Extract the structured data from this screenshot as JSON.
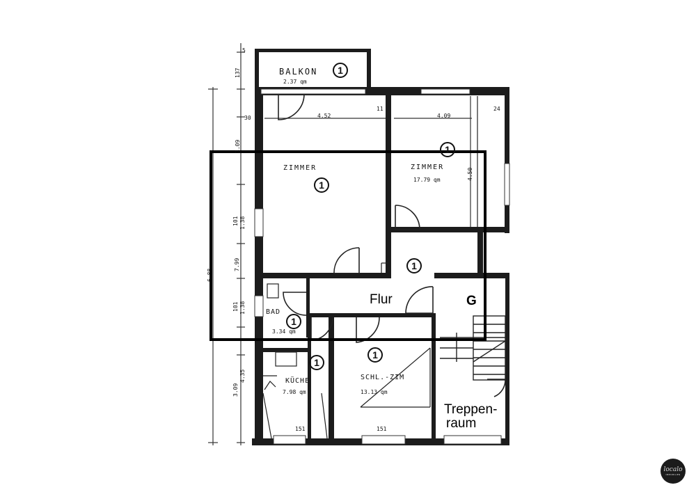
{
  "rooms": {
    "balkon": {
      "name": "BALKON",
      "area": "2.37 qm",
      "marker": "1"
    },
    "zimmer_left": {
      "name": "ZIMMER",
      "marker": "1"
    },
    "zimmer_right": {
      "name": "ZIMMER",
      "area": "17.79 qm",
      "marker": "1"
    },
    "flur": {
      "name": "Flur",
      "marker": "1"
    },
    "g": {
      "name": "G"
    },
    "bad": {
      "name": "BAD",
      "area": "3.34 qm",
      "marker": "1"
    },
    "kueche": {
      "name": "KÜCHE",
      "area": "7.98 qm",
      "marker": "1"
    },
    "schlafzimmer": {
      "name": "SCHL.-ZIM",
      "area": "13.13 qm",
      "marker": "1"
    },
    "treppenraum": {
      "line1": "Treppen-",
      "line2": "raum"
    }
  },
  "dimensions": {
    "width_left": "4.52",
    "width_right": "4.09",
    "height_right": "4.50",
    "num_30": "30",
    "num_11": "11",
    "num_24": "24",
    "num_5": "5",
    "dim_137": "137",
    "dim_309": "3.09",
    "dim_101": "101",
    "dim_138": "1.38",
    "dim_799": "7.99",
    "dim_total": "6.88",
    "dim_101b": "101",
    "dim_138b": "1.38",
    "dim_309b": "3.09",
    "dim_435": "4.35",
    "win_151a": "151",
    "win_101a": "101",
    "win_151b": "151",
    "win_101b": "101"
  },
  "logo": {
    "brand": "localo",
    "subtitle": "IMMOBILIEN"
  },
  "colors": {
    "wall": "#1c1c1c",
    "line": "#333333",
    "highlight": "#000000",
    "background": "#ffffff"
  }
}
